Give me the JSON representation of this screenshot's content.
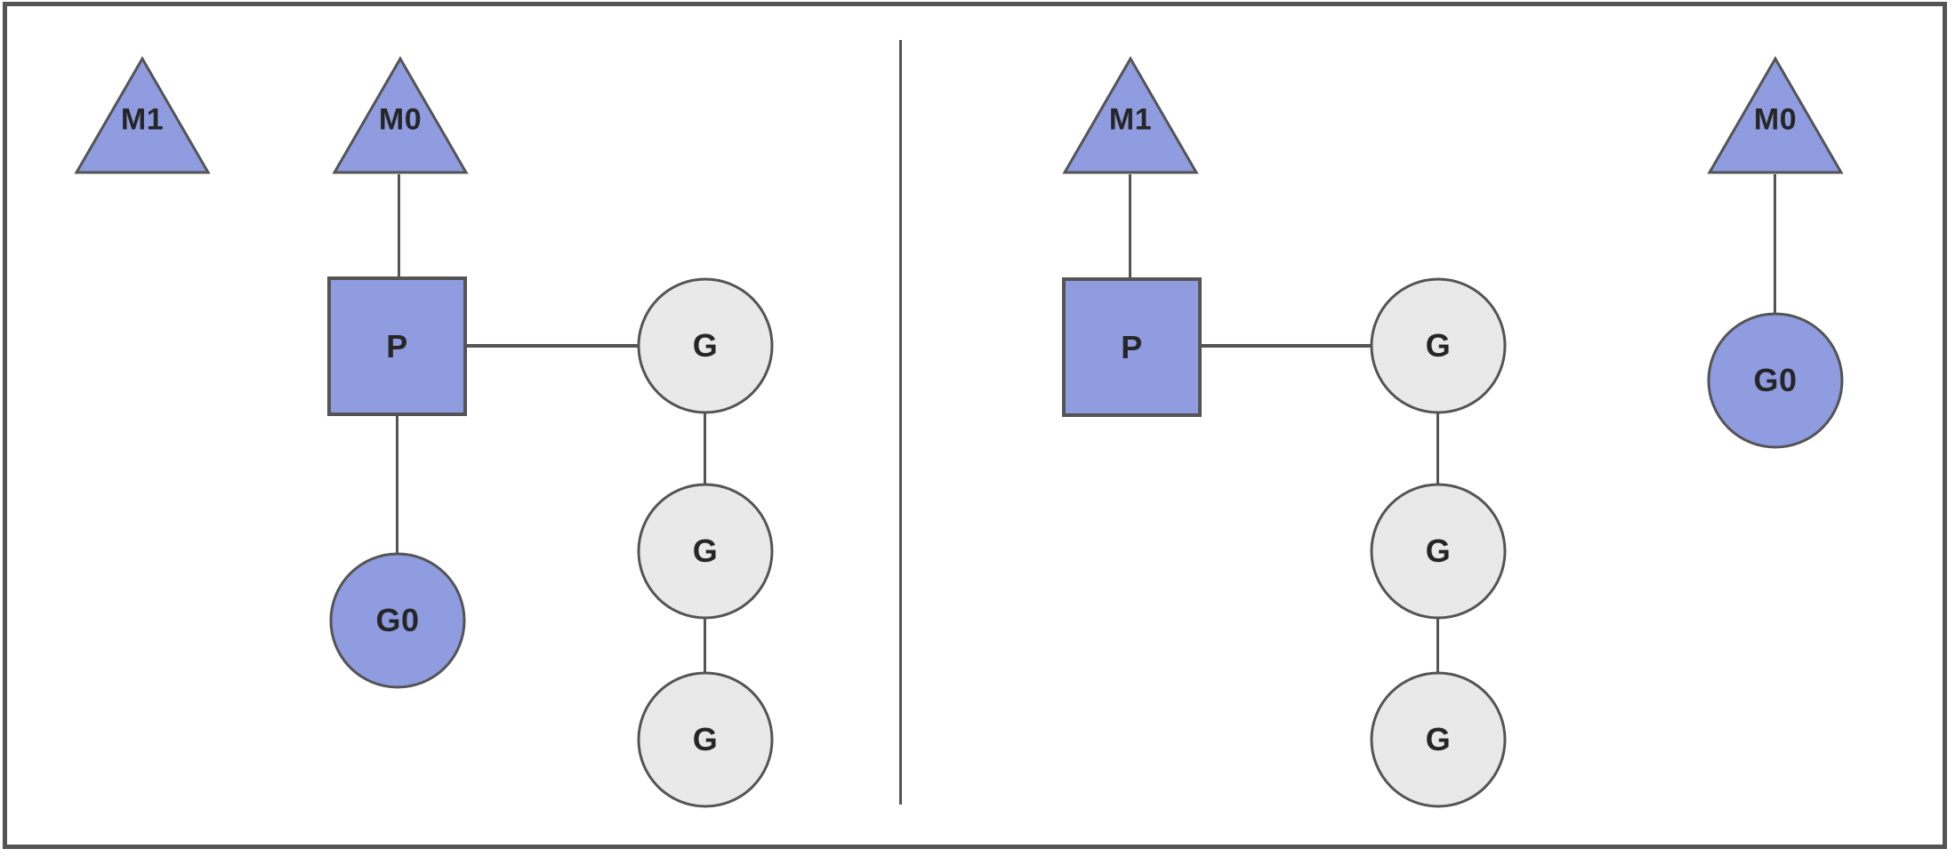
{
  "colors": {
    "node_fill_purple": "#8F9CE0",
    "node_fill_gray": "#E9E9E9",
    "shape_stroke": "#545454",
    "label_text": "#262626",
    "frame_border": "#545454",
    "background": "#FFFFFF"
  },
  "diagram": {
    "left_panel": {
      "m1": {
        "label": "M1",
        "shape": "triangle"
      },
      "m0": {
        "label": "M0",
        "shape": "triangle"
      },
      "p": {
        "label": "P",
        "shape": "square"
      },
      "g0": {
        "label": "G0",
        "shape": "circle-purple"
      },
      "g1": {
        "label": "G",
        "shape": "circle-gray"
      },
      "g2": {
        "label": "G",
        "shape": "circle-gray"
      },
      "g3": {
        "label": "G",
        "shape": "circle-gray"
      }
    },
    "right_panel": {
      "m1": {
        "label": "M1",
        "shape": "triangle"
      },
      "p": {
        "label": "P",
        "shape": "square"
      },
      "g1": {
        "label": "G",
        "shape": "circle-gray"
      },
      "g2": {
        "label": "G",
        "shape": "circle-gray"
      },
      "g3": {
        "label": "G",
        "shape": "circle-gray"
      },
      "m0": {
        "label": "M0",
        "shape": "triangle"
      },
      "g0": {
        "label": "G0",
        "shape": "circle-purple"
      }
    }
  }
}
